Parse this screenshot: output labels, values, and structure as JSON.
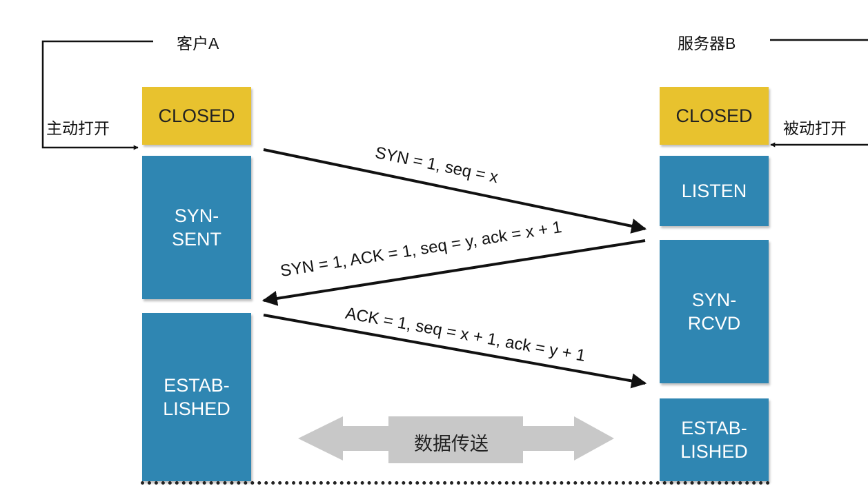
{
  "colors": {
    "state_closed": "#e8c22e",
    "state_other": "#2f86b2",
    "transfer_arrow": "#c8c8c8"
  },
  "client": {
    "title": "客户A",
    "side_label": "主动打开",
    "states": [
      "CLOSED",
      "SYN-\nSENT",
      "ESTAB-\nLISHED"
    ]
  },
  "server": {
    "title": "服务器B",
    "side_label": "被动打开",
    "states": [
      "CLOSED",
      "LISTEN",
      "SYN-\nRCVD",
      "ESTAB-\nLISHED"
    ]
  },
  "messages": [
    "SYN = 1, seq = x",
    "SYN = 1, ACK = 1, seq = y, ack = x + 1",
    "ACK = 1, seq = x + 1, ack = y + 1"
  ],
  "data_transfer": "数据传送"
}
